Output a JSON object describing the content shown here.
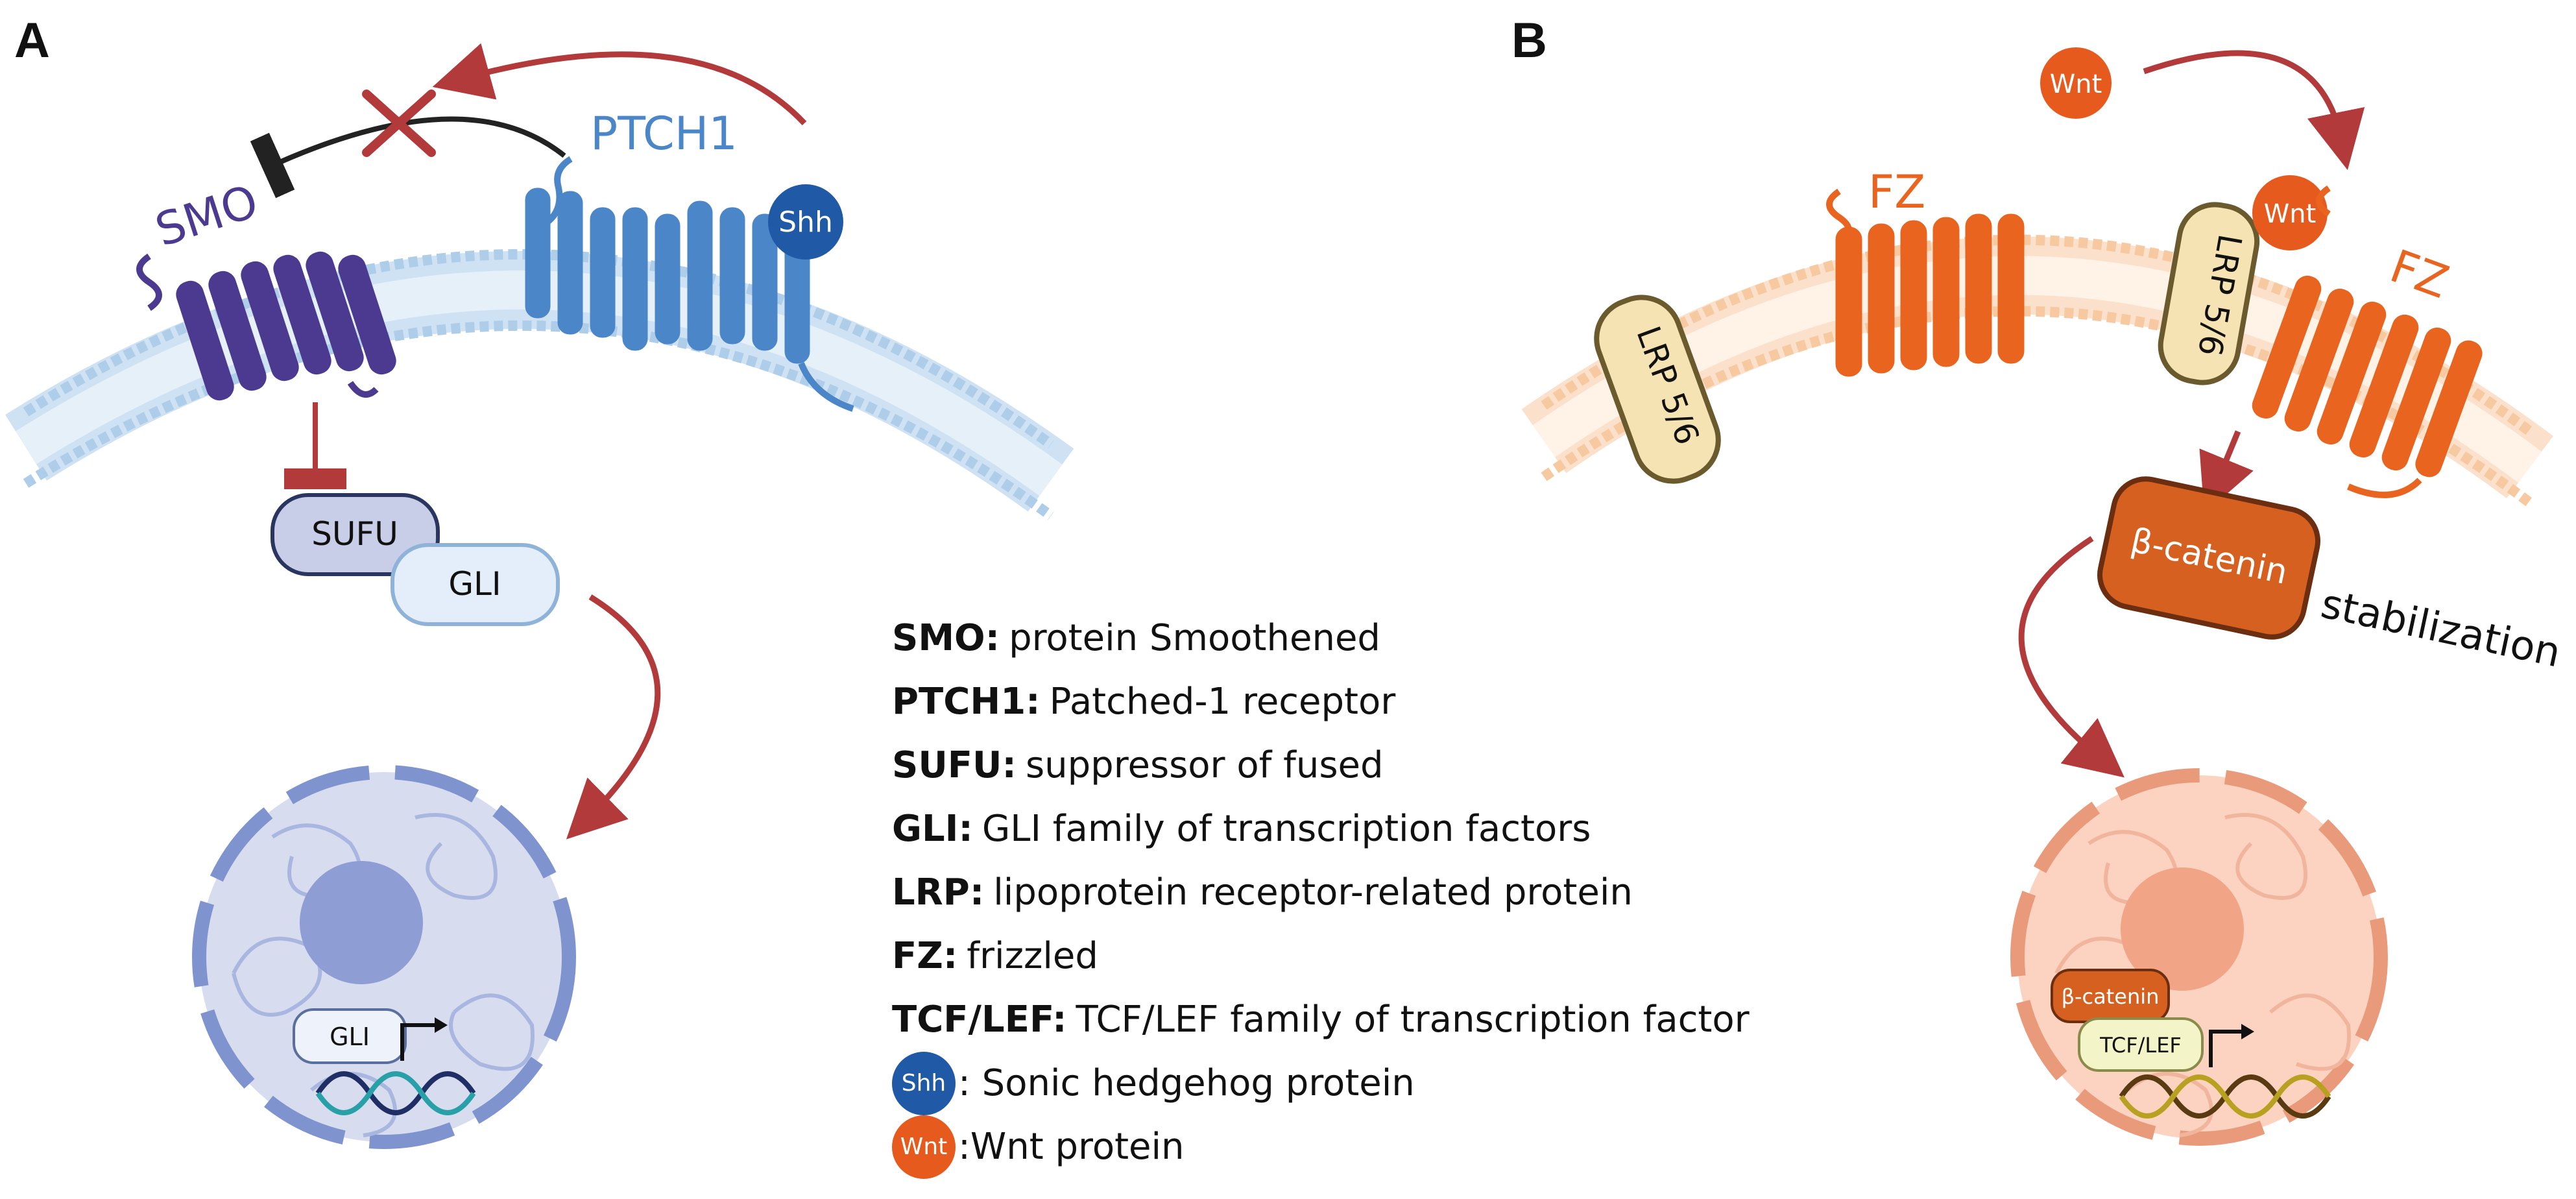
{
  "panels": {
    "a": {
      "label": "A"
    },
    "b": {
      "label": "B"
    }
  },
  "panel_a": {
    "smo": "SMO",
    "ptch1": "PTCH1",
    "shh": "Shh",
    "sufu": "SUFU",
    "gli": "GLI",
    "gli_nucleus": "GLI"
  },
  "panel_b": {
    "wnt_free": "Wnt",
    "wnt_bound": "Wnt",
    "fz_left": "FZ",
    "fz_right": "FZ",
    "lrp_left": "LRP 5/6",
    "lrp_right": "LRP 5/6",
    "beta_catenin": "β-catenin",
    "stabilization": "stabilization",
    "beta_catenin_nucleus": "β-catenin",
    "tcf_lef_nucleus": "TCF/LEF"
  },
  "legend": [
    {
      "term": "SMO:",
      "desc": "protein Smoothened"
    },
    {
      "term": "PTCH1:",
      "desc": "Patched-1 receptor"
    },
    {
      "term": "SUFU:",
      "desc": "suppressor of fused"
    },
    {
      "term": "GLI:",
      "desc": "GLI family of transcription factors"
    },
    {
      "term": "LRP:",
      "desc": "lipoprotein receptor-related protein"
    },
    {
      "term": "FZ:",
      "desc": "frizzled"
    },
    {
      "term": "TCF/LEF:",
      "desc": "TCF/LEF family of transcription factor"
    }
  ],
  "legend_icons": [
    {
      "badge": "Shh",
      "desc": ": Sonic hedgehog protein",
      "icon": "shh-badge-icon"
    },
    {
      "badge": "Wnt",
      "desc": ":Wnt protein",
      "icon": "wnt-badge-icon"
    }
  ],
  "colors": {
    "smo": "#4b3a8f",
    "ptch1": "#4a86c8",
    "shh": "#2059a6",
    "fz": "#e8641f",
    "wnt": "#e65a1e",
    "lrp": "#f6e3b4",
    "arrow": "#b23a3a",
    "membrane_a": "#aecde8",
    "membrane_b": "#f7c9a0"
  }
}
